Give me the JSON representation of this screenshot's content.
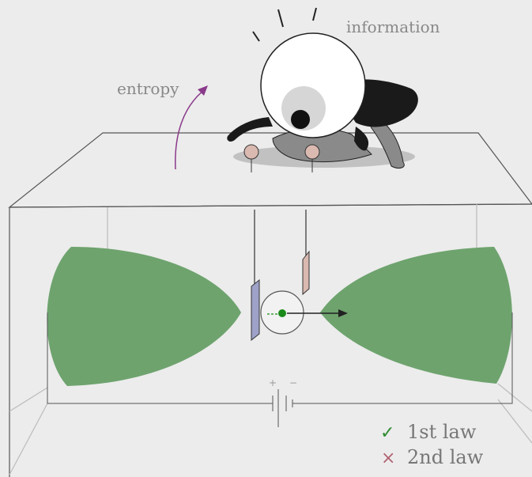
{
  "labels": {
    "information": "information",
    "entropy": "entropy",
    "plus": "+",
    "minus": "−"
  },
  "legend": [
    {
      "mark": "✓",
      "text": "1st law",
      "color": "#2e8b2e"
    },
    {
      "mark": "×",
      "text": "2nd law",
      "color": "#b06070"
    }
  ],
  "colors": {
    "background": "#ececec",
    "reservoir": "#6ea36e",
    "particle": "#1a8a1a",
    "entropy_arrow": "#8a3a8a",
    "gate_left": "#9ea2c8",
    "gate_right": "#d9b9b0",
    "demon_body": "#1a1a1a",
    "demon_limb": "#808080"
  },
  "icons": {
    "demon": "maxwell-demon-eye-icon",
    "particle": "particle-dot-icon"
  }
}
